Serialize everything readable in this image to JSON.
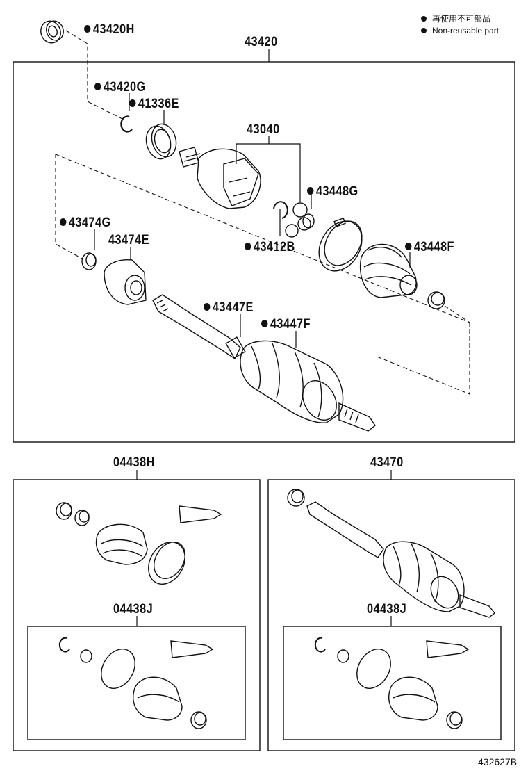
{
  "legend": {
    "line1": "再使用不可部品",
    "line2": "Non-reusable part"
  },
  "labels": {
    "p43420H": "43420H",
    "p43420": "43420",
    "p43420G": "43420G",
    "p41336E": "41336E",
    "p43040": "43040",
    "p43448G": "43448G",
    "p43474G": "43474G",
    "p43474E": "43474E",
    "p43412B": "43412B",
    "p43448F": "43448F",
    "p43447E": "43447E",
    "p43447F": "43447F",
    "p04438H": "04438H",
    "p43470": "43470",
    "p04438J_left": "04438J",
    "p04438J_right": "04438J"
  },
  "reference": "432627B"
}
